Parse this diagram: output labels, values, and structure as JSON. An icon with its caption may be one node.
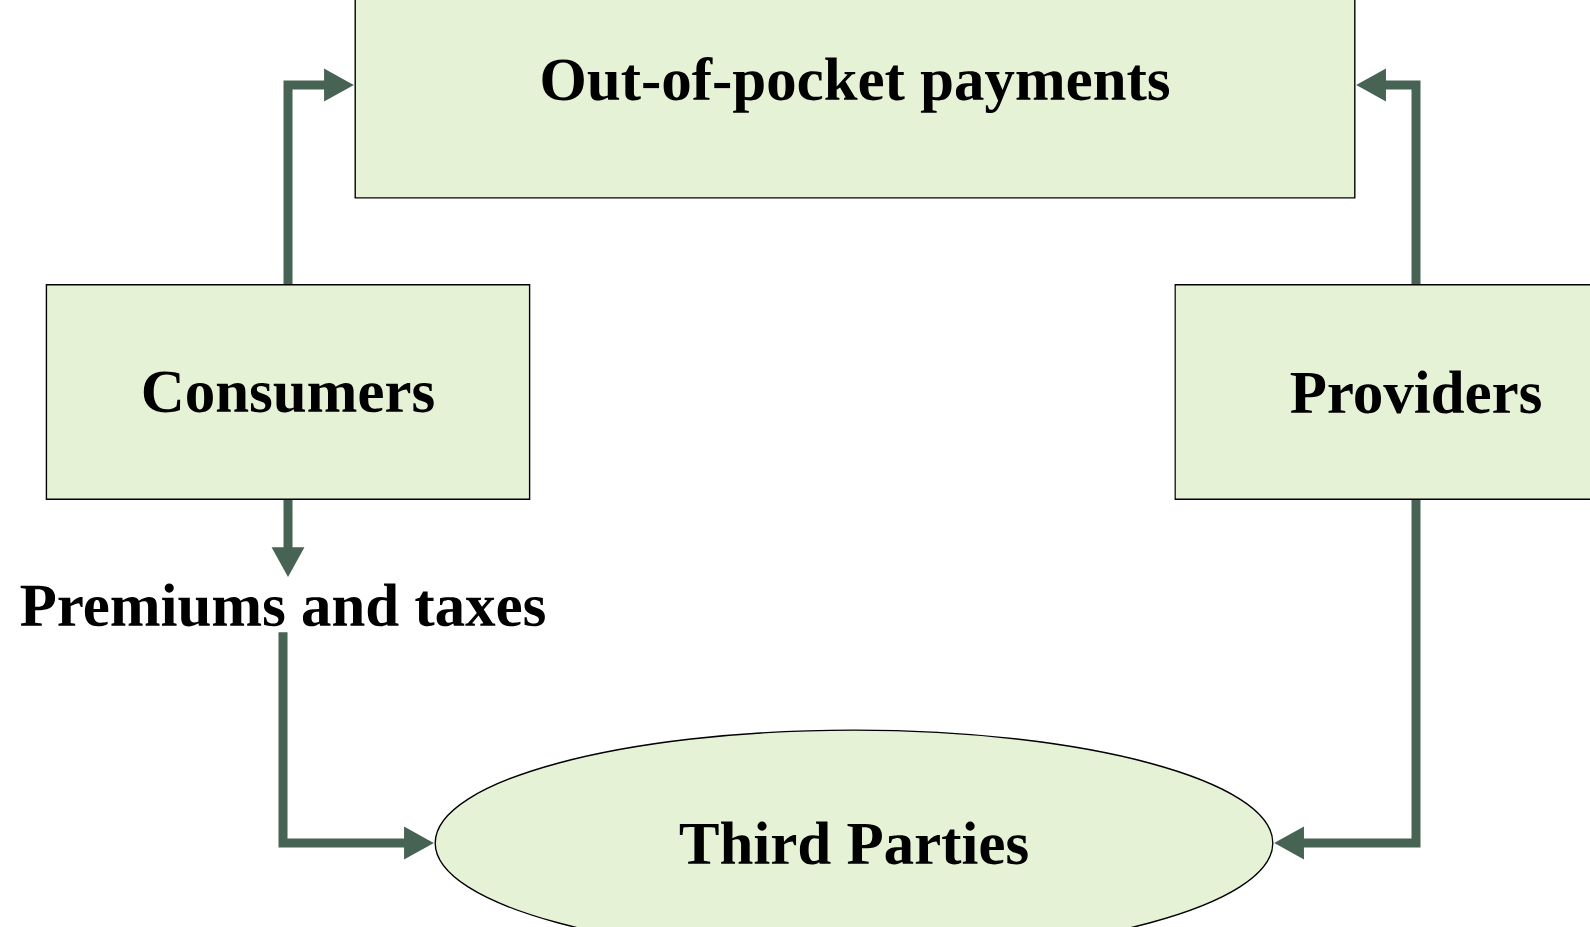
{
  "diagram": {
    "nodes": [
      {
        "text": [
          "Out-of-pocket payments"
        ]
      },
      {
        "text": [
          "Consumers"
        ]
      },
      {
        "text": [
          "Providers"
        ]
      },
      {
        "text": [
          "Premiums and taxes"
        ]
      },
      {
        "text": [
          "Third Parties"
        ]
      }
    ],
    "edges": [
      {
        "from": 1,
        "to": 0,
        "arrow": "to"
      },
      {
        "from": 2,
        "to": 0,
        "arrow": "to"
      },
      {
        "from": 1,
        "to": 3,
        "arrow": "to"
      },
      {
        "from": 3,
        "to": 4,
        "arrow": "to"
      },
      {
        "from": 2,
        "to": 4,
        "arrow": "to"
      }
    ]
  }
}
